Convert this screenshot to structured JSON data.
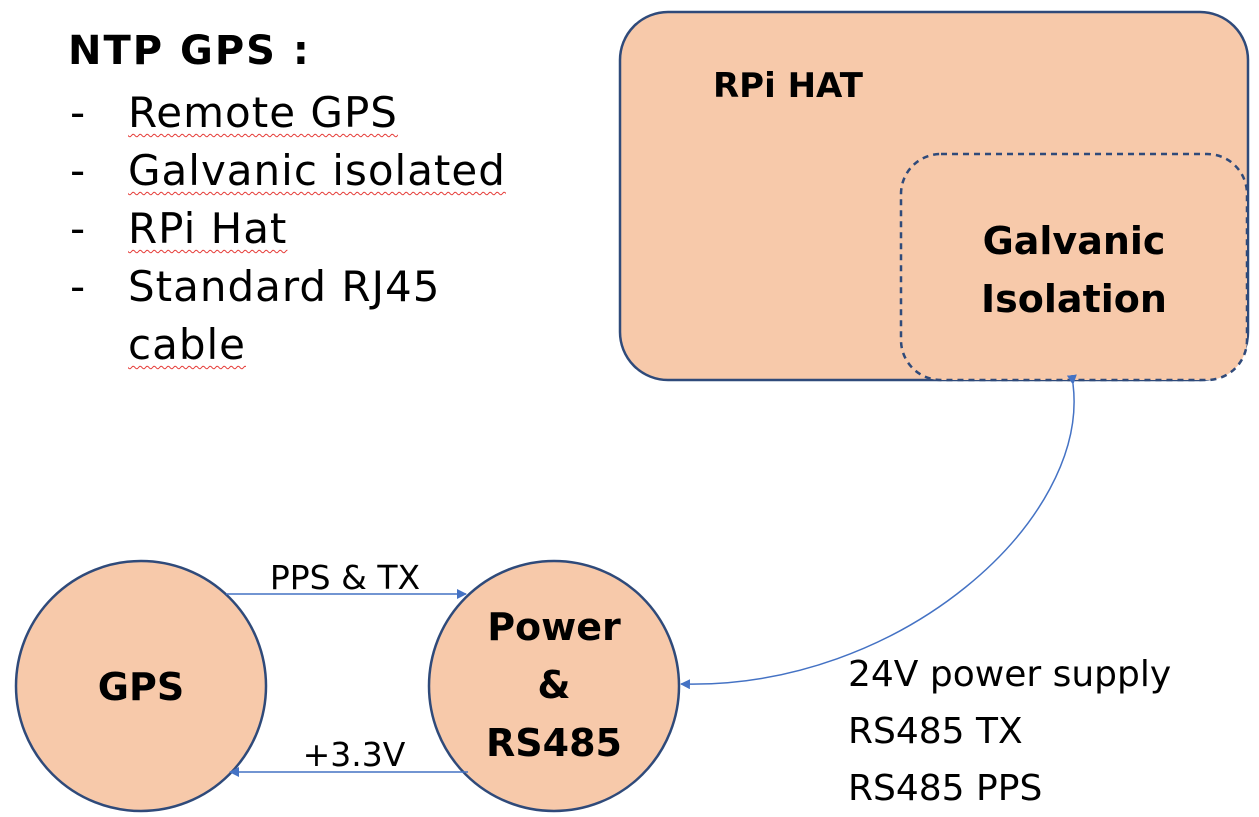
{
  "heading": "NTP GPS :",
  "features": [
    "Remote GPS",
    "Galvanic isolated",
    "RPi Hat",
    "Standard RJ45",
    "cable"
  ],
  "rpi_hat": {
    "label": "RPi HAT",
    "isolation_label_line1": "Galvanic",
    "isolation_label_line2": "Isolation"
  },
  "gps_node": {
    "label": "GPS"
  },
  "power_node": {
    "line1": "Power",
    "line2": "&",
    "line3": "RS485"
  },
  "edges": {
    "pps_tx": "PPS & TX",
    "power_3v3": "+3.3V"
  },
  "cable_signals": [
    "24V power supply",
    "RS485 TX",
    "RS485 PPS"
  ],
  "colors": {
    "fill": "#f7c9aa",
    "outline": "#2f4a7a",
    "arrow": "#4472c4"
  }
}
